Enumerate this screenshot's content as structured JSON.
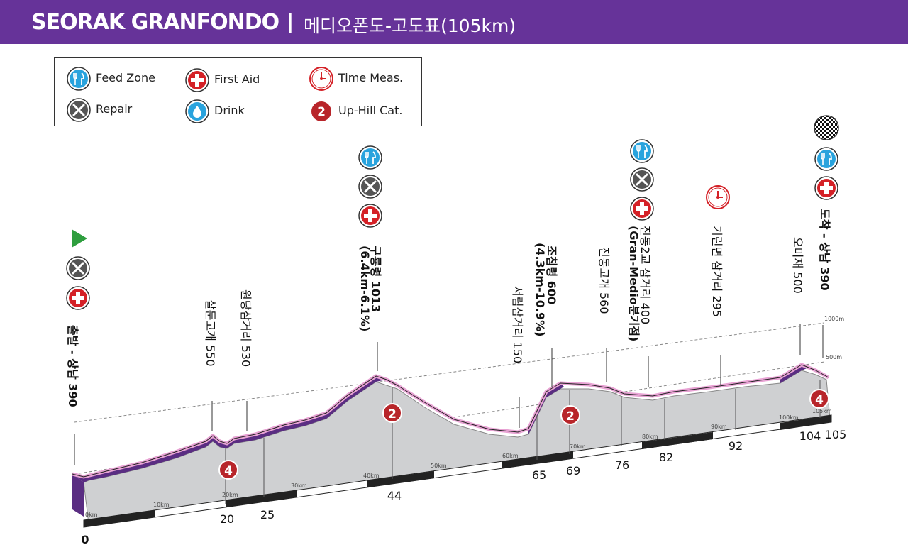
{
  "header": {
    "title": "SEORAK GRANFONDO",
    "separator": "|",
    "subtitle": "메디오폰도-고도표(105km)"
  },
  "colors": {
    "purple": "#663399",
    "feed": "#29a3dd",
    "aid": "#d42127",
    "repair": "#555555",
    "time": "#d42127",
    "cat": "#b8252a",
    "pink": "#e8a3d4",
    "grey": "#cfd0d2"
  },
  "legend": {
    "items": [
      {
        "icon": "feed-zone-icon",
        "label": "Feed Zone"
      },
      {
        "icon": "first-aid-icon",
        "label": "First Aid"
      },
      {
        "icon": "time-measure-icon",
        "label": "Time Meas."
      },
      {
        "icon": "repair-icon",
        "label": "Repair"
      },
      {
        "icon": "drink-icon",
        "label": "Drink"
      },
      {
        "icon": "uphill-cat-icon",
        "label": "Up-Hill Cat.",
        "badge": "2"
      }
    ]
  },
  "altitude_axis": {
    "labels": [
      "1000m",
      "500m"
    ]
  },
  "waypoints": [
    {
      "name": "출발 - 상남 390",
      "km": "0",
      "icons": [
        "start-flag-icon",
        "repair-icon",
        "first-aid-icon"
      ]
    },
    {
      "name": "살둔고개 550",
      "km": "20",
      "category": "4"
    },
    {
      "name": "원당삼거리 530",
      "km": "25"
    },
    {
      "name": "구룡령 1013",
      "note": "(6.4km-6.1%)",
      "km": "44",
      "category": "2",
      "icons": [
        "feed-zone-icon",
        "repair-icon",
        "first-aid-icon"
      ]
    },
    {
      "name": "서림삼거리 150",
      "km": "65"
    },
    {
      "name": "조침령 600",
      "note": "(4.3km-10.9%)",
      "km": "69",
      "category": "2"
    },
    {
      "name": "진동고개 560",
      "km": "76"
    },
    {
      "name": "진동2교 삼거리 400",
      "note": "(Gran-Medio분기점)",
      "km": "82",
      "icons": [
        "feed-zone-icon",
        "repair-icon",
        "first-aid-icon"
      ]
    },
    {
      "name": "기린면 삼거리 295",
      "km": "92",
      "icons": [
        "time-measure-icon"
      ]
    },
    {
      "name": "오미재 500",
      "km": "104",
      "category": "4"
    },
    {
      "name": "도착 - 상남 390",
      "km": "105",
      "icons": [
        "finish-flag-icon",
        "feed-zone-icon",
        "first-aid-icon"
      ]
    }
  ],
  "distance_scale": {
    "labels": [
      "0km",
      "10km",
      "20km",
      "30km",
      "40km",
      "50km",
      "60km",
      "70km",
      "80km",
      "90km",
      "100km",
      "105km"
    ]
  }
}
